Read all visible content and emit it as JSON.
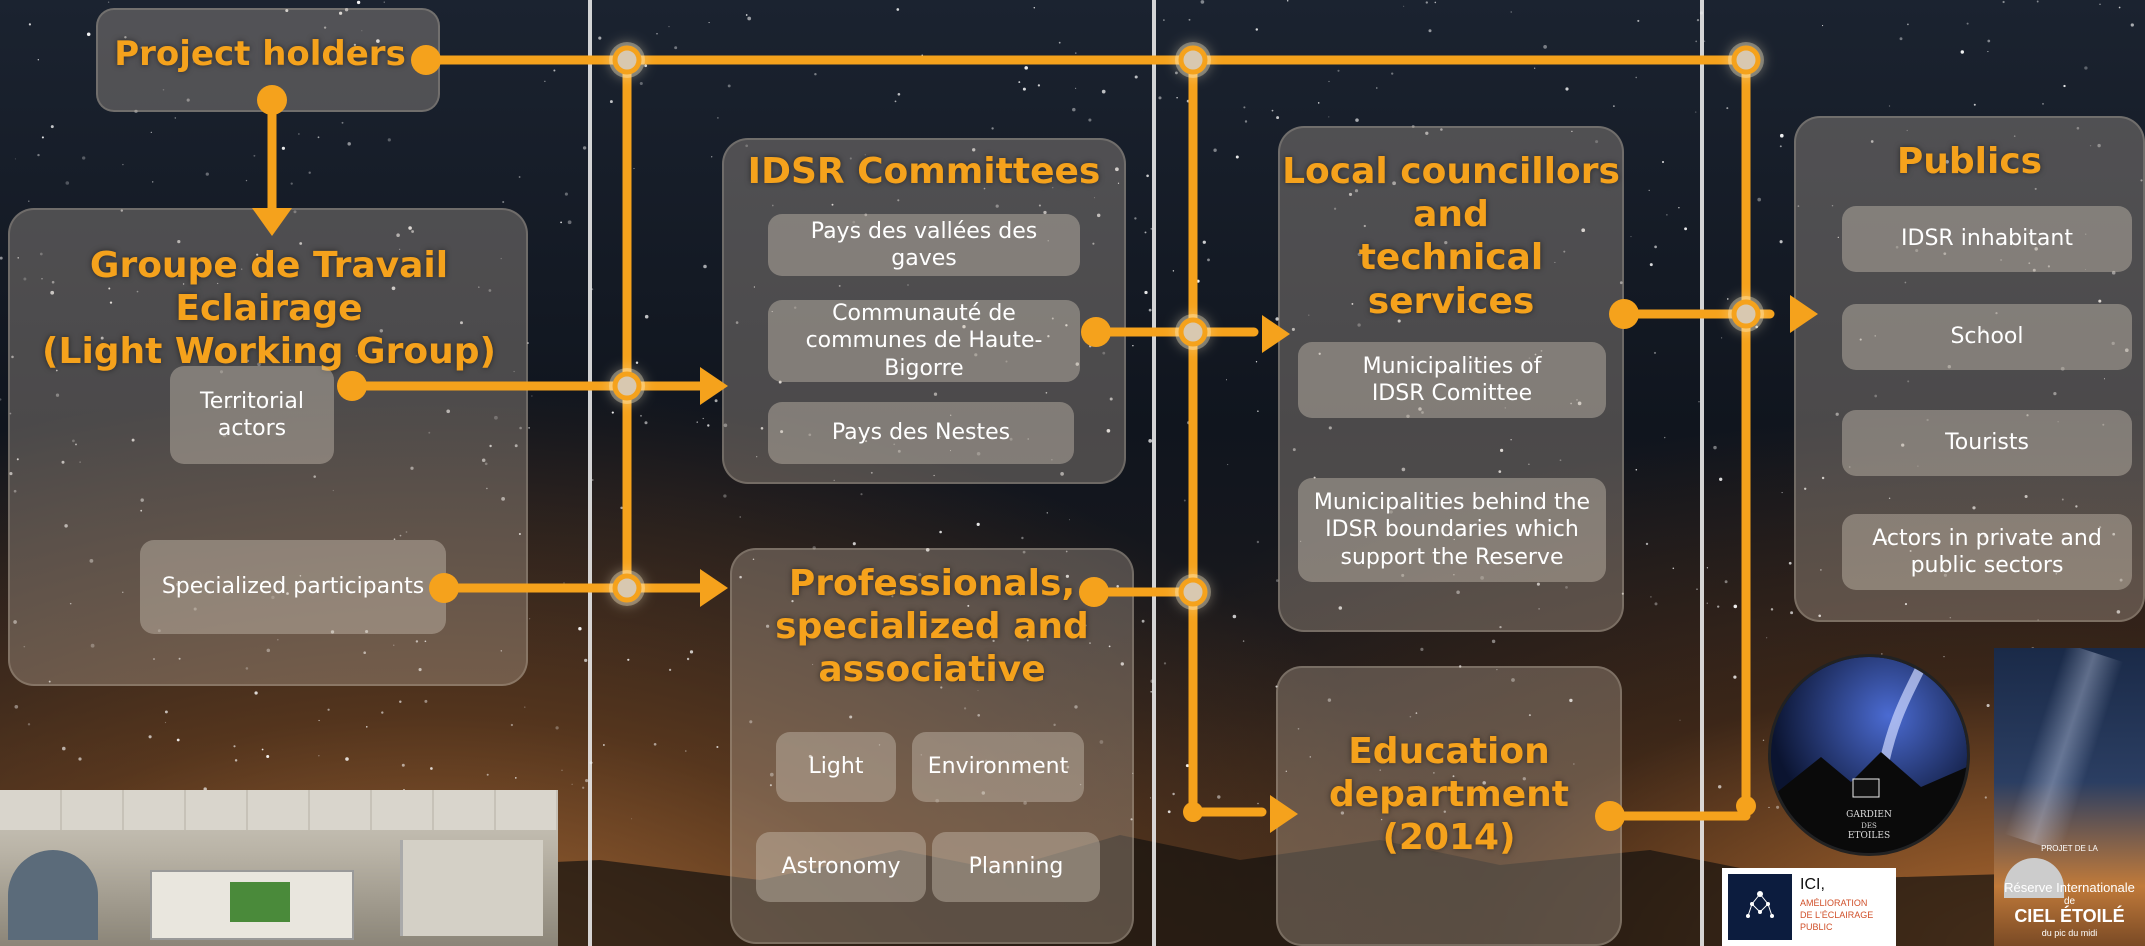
{
  "project_holders": "Project holders",
  "gte": {
    "title_line1": "Groupe de Travail Eclairage",
    "title_line2": "(Light Working Group)",
    "territorial": "Territorial actors",
    "specialized": "Specialized participants"
  },
  "idsr": {
    "title": "IDSR Committees",
    "items": [
      "Pays des vallées des gaves",
      "Communauté de communes de Haute-Bigorre",
      "Pays des Nestes"
    ]
  },
  "professionals": {
    "title_line1": "Professionals,",
    "title_line2": "specialized and",
    "title_line3": "associative",
    "items": [
      "Light",
      "Environment",
      "Astronomy",
      "Planning"
    ]
  },
  "local": {
    "title_line1": "Local councillors",
    "title_line2": "and",
    "title_line3": "technical services",
    "items": [
      "Municipalities of IDSR Comittee",
      "Municipalities behind the IDSR boundaries which support the Reserve"
    ]
  },
  "education": {
    "title_line1": "Education",
    "title_line2": "department",
    "title_line3": "(2014)"
  },
  "publics": {
    "title": "Publics",
    "items": [
      "IDSR inhabitant",
      "School",
      "Tourists",
      "Actors in private and public sectors"
    ]
  },
  "logos": {
    "gardien_line1": "GARDIEN",
    "gardien_line2": "DES",
    "gardien_line3": "ETOILES",
    "ici_line1": "ICI,",
    "ici_line2": "AMÉLIORATION",
    "ici_line3": "DE L'ÉCLAIRAGE",
    "ici_line4": "PUBLIC",
    "poster_small": "PROJET DE LA",
    "poster_line1": "Réserve Internationale",
    "poster_line2": "de",
    "poster_line3": "CIEL ÉTOILÉ",
    "poster_line4": "du pic du midi"
  },
  "colors": {
    "accent": "#f5a21c",
    "box": "#b9ab9b"
  }
}
